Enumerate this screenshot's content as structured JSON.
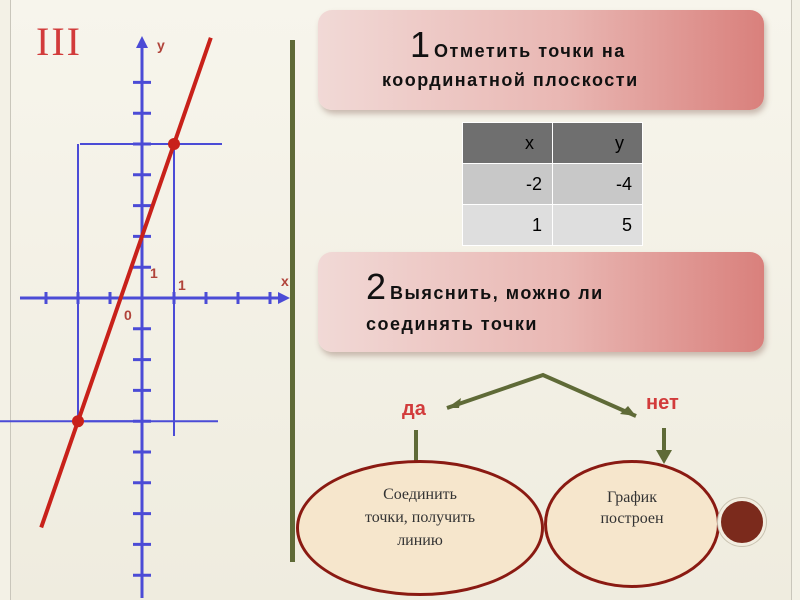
{
  "slide": {
    "section_numeral": "III"
  },
  "graph": {
    "y_axis_label": "y",
    "x_axis_label": "x",
    "origin_label": "0",
    "unit_x_label": "1",
    "unit_y_label": "1",
    "points": [
      {
        "x": -2,
        "y": -4
      },
      {
        "x": 1,
        "y": 5
      }
    ],
    "line_color": "#c8211a",
    "grid_color": "#4b4bd6"
  },
  "step1": {
    "number": "1",
    "line1": "Отметить  точки  на",
    "line2": "координатной  плоскости"
  },
  "table": {
    "headers": [
      "x",
      "y"
    ],
    "rows": [
      [
        "-2",
        "-4"
      ],
      [
        "1",
        "5"
      ]
    ]
  },
  "step2": {
    "number": "2",
    "line1": " Выяснить,  можно  ли",
    "line2": "соединять  точки"
  },
  "answers": {
    "yes": "да",
    "no": "нет"
  },
  "results": {
    "yes_lines": [
      "Соединить",
      "точки, получить",
      "линию"
    ],
    "no_lines": [
      "График",
      "построен"
    ]
  },
  "colors": {
    "accent_red": "#d23b3b",
    "divider": "#5f6a37",
    "oval_border": "#8a1a12"
  }
}
